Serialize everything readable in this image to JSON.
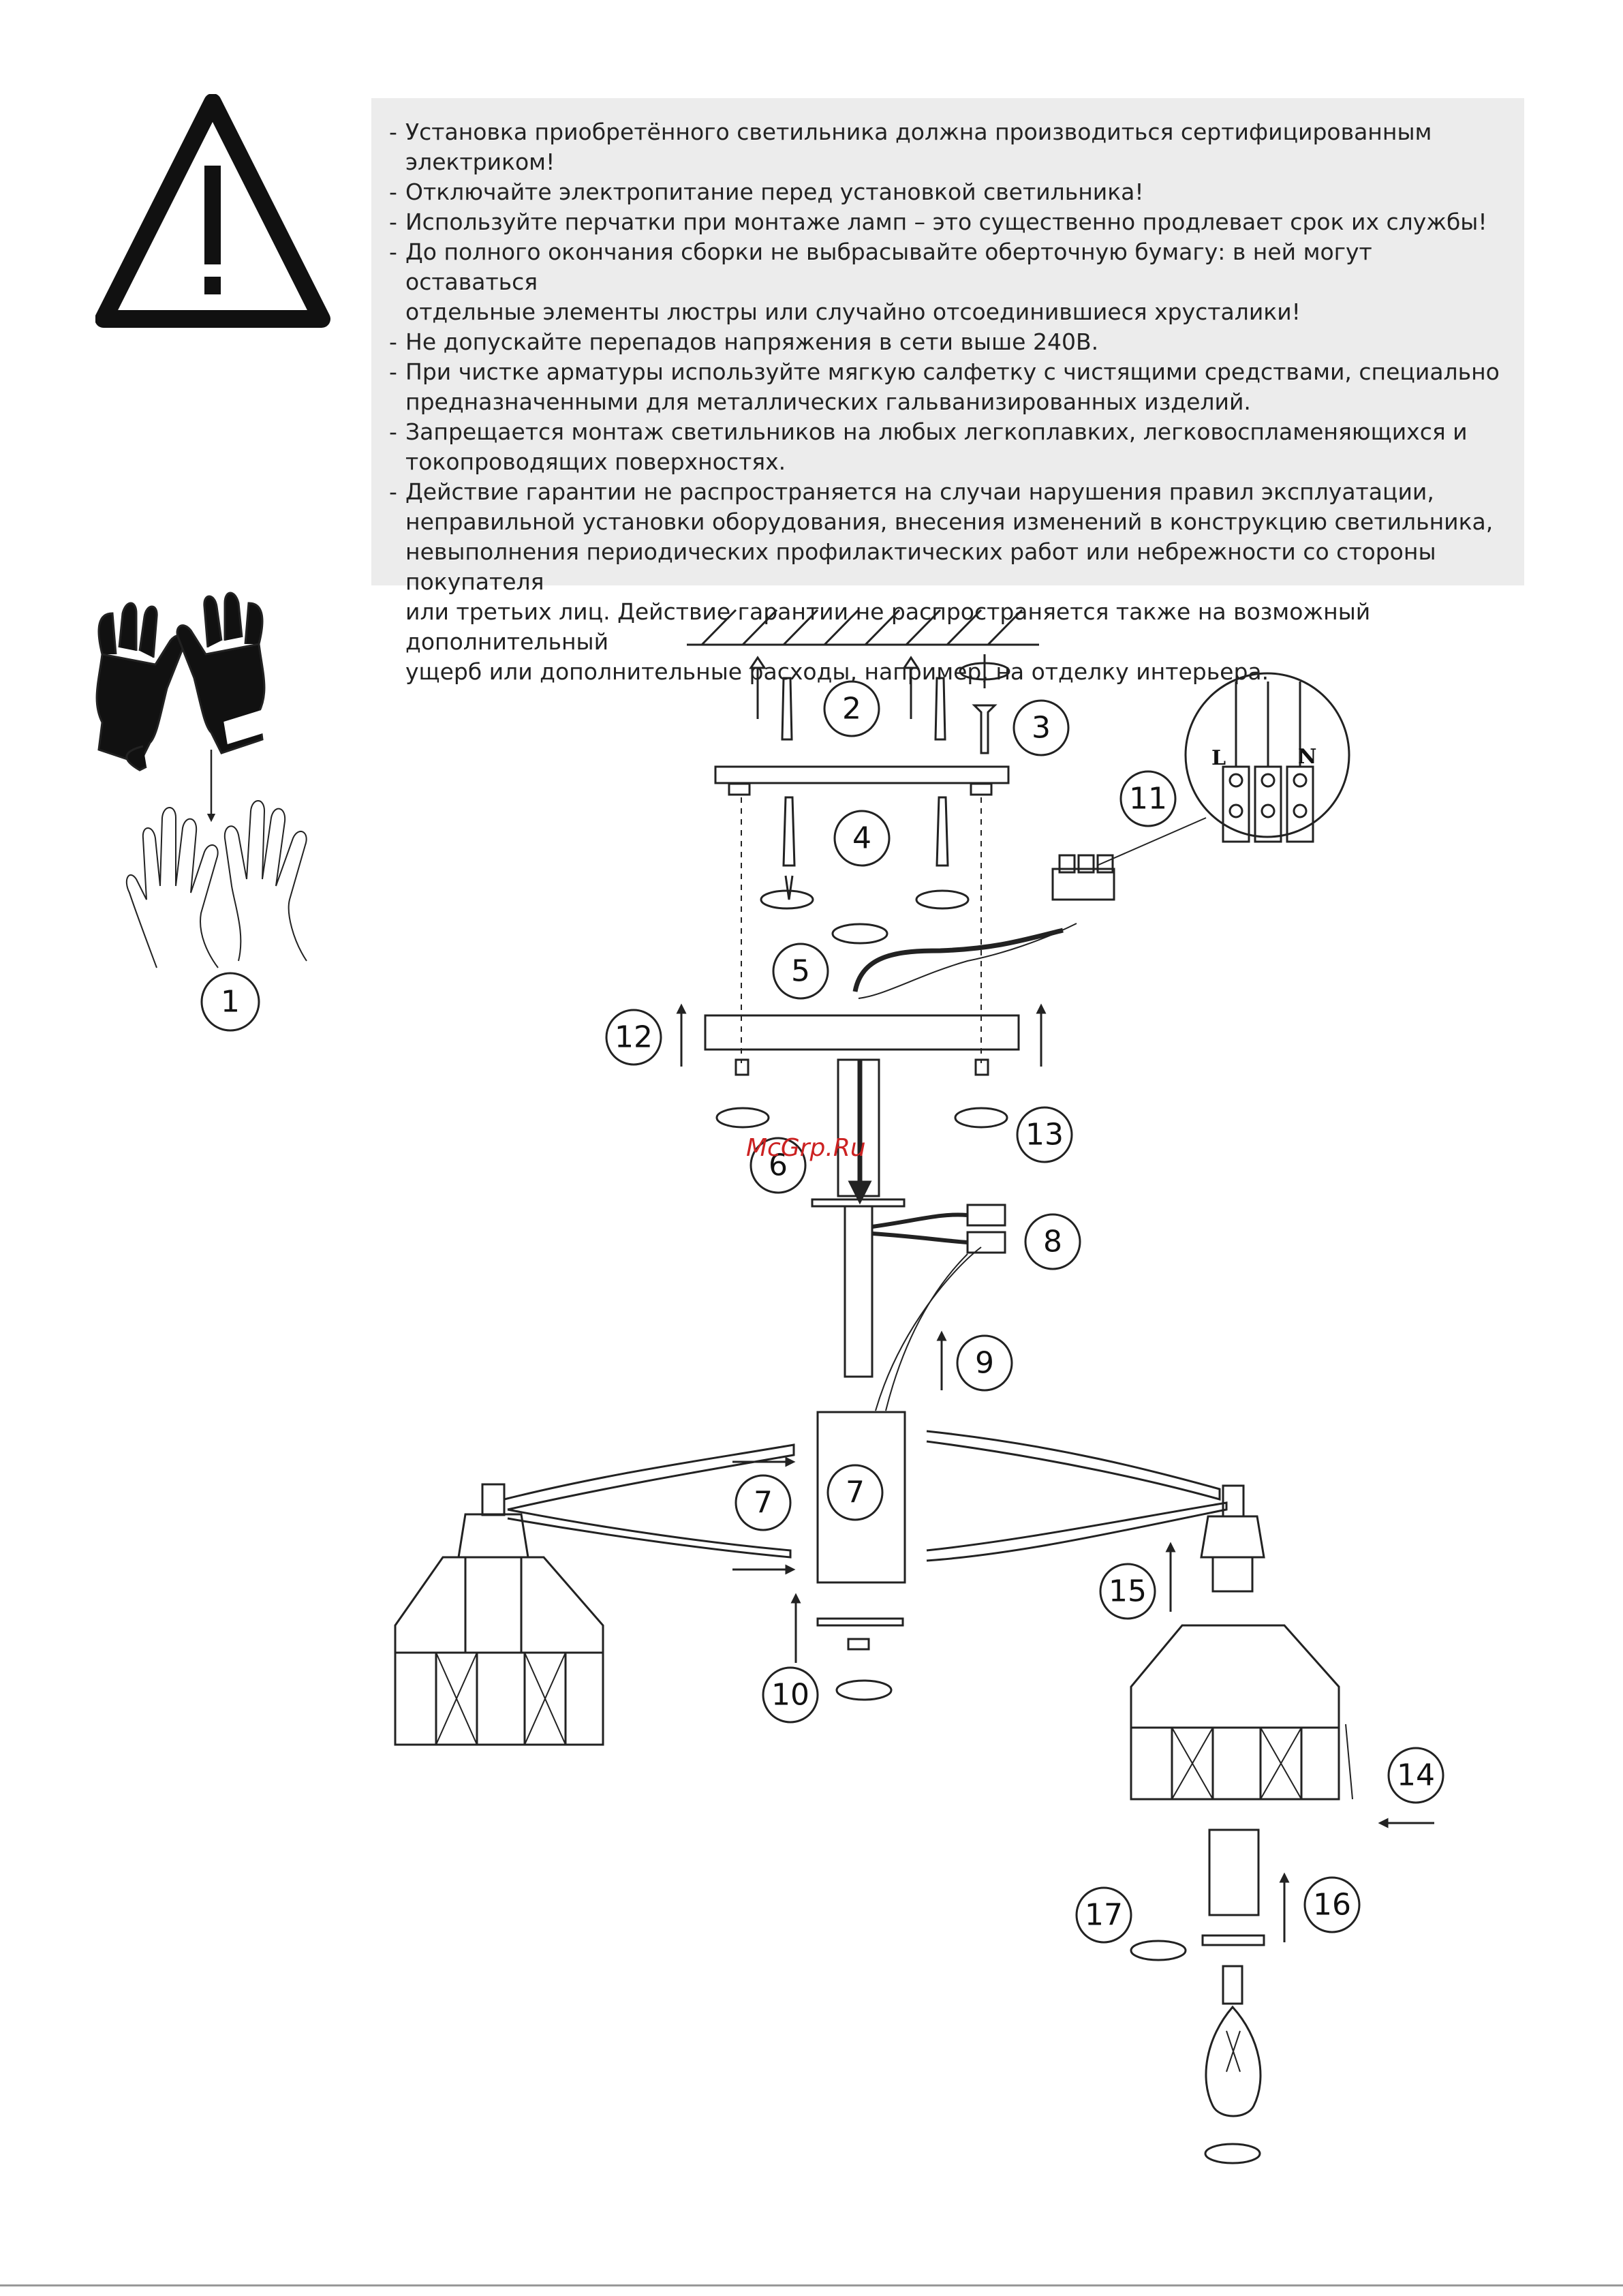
{
  "notice": {
    "rules": [
      {
        "text": "Установка приобретённого светильника должна производиться сертифицированным электриком!"
      },
      {
        "text": "Отключайте электропитание перед установкой светильника!"
      },
      {
        "text": "Используйте перчатки при монтаже ламп – это существенно продлевает срок их службы!"
      },
      {
        "text": "До полного окончания сборки не выбрасывайте оберточную бумагу: в ней могут оставаться\nотдельные элементы люстры или случайно отсоединившиеся хрусталики!"
      },
      {
        "text": "Не допускайте перепадов напряжения в сети выше 240В."
      },
      {
        "text": "При чистке арматуры используйте мягкую салфетку с чистящими средствами, специально\nпредназначенными для металлических гальванизированных изделий."
      },
      {
        "text": "Запрещается монтаж светильников на любых легкоплавких, легковоспламеняющихся и\nтокопроводящих поверхностях."
      },
      {
        "text": "Действие гарантии не распространяется на случаи нарушения правил эксплуатации,\nнеправильной установки оборудования, внесения изменений в конструкцию светильника,\nневыполнения периодических профилактических работ или небрежности со стороны покупателя\nили третьих лиц. Действие гарантии не распространяется также на возможный дополнительный\nущерб или дополнительные расходы, например, на отделку интерьера."
      }
    ]
  },
  "steps": {
    "s1": "1",
    "s2": "2",
    "s3": "3",
    "s4": "4",
    "s5": "5",
    "s6": "6",
    "s7a": "7",
    "s7b": "7",
    "s8": "8",
    "s9": "9",
    "s10": "10",
    "s11": "11",
    "s12": "12",
    "s13": "13",
    "s14": "14",
    "s15": "15",
    "s16": "16",
    "s17": "17"
  },
  "terminal_labels": {
    "line": "L",
    "neutral": "N"
  },
  "watermark": "McGrp.Ru"
}
